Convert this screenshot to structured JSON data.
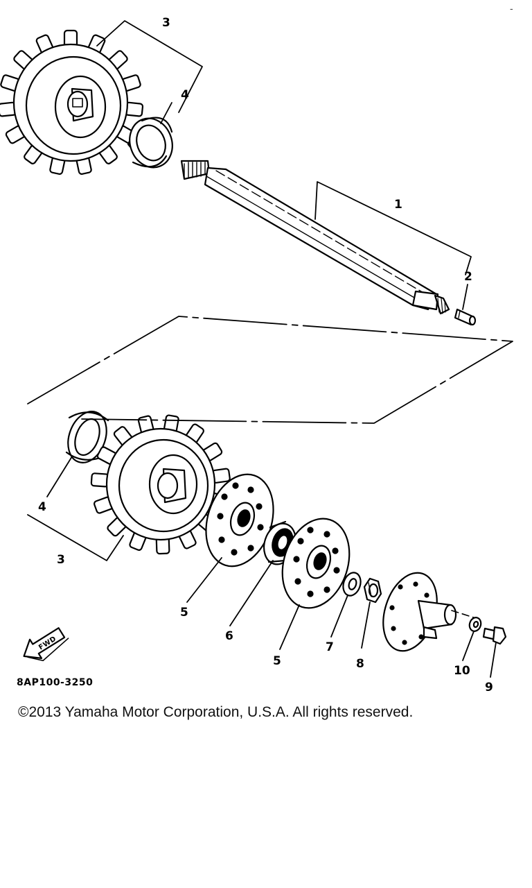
{
  "callouts": {
    "c1": "1",
    "c2": "2",
    "c3_top": "3",
    "c3_bottom": "3",
    "c4_top": "4",
    "c4_bottom": "4",
    "c5_left": "5",
    "c5_right": "5",
    "c6": "6",
    "c7": "7",
    "c8": "8",
    "c9": "9",
    "c10": "10"
  },
  "fwd_label": "FWD",
  "figure_code": "8AP100-3250",
  "copyright": "©2013 Yamaha Motor Corporation, U.S.A. All rights reserved.",
  "corner_mark": "-",
  "icons": [
    "sprocket-icon",
    "bearing-collar-icon",
    "drive-shaft-icon",
    "set-screw-icon",
    "flange-disc-icon",
    "ball-bearing-icon",
    "washer-icon",
    "hex-nut-icon",
    "hub-flange-icon",
    "bolt-icon",
    "forward-arrow-icon"
  ]
}
